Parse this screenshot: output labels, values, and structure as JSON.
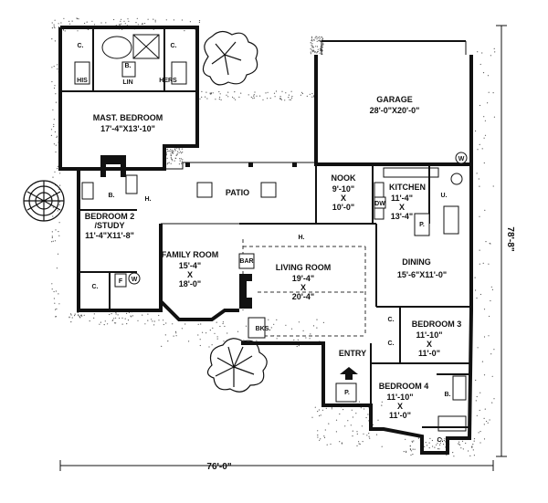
{
  "rooms": {
    "mast_bedroom": {
      "name": "MAST. BEDROOM",
      "size": "17'-4\"X13'-10\""
    },
    "bedroom2": {
      "name1": "BEDROOM 2",
      "name2": "/STUDY",
      "size": "11'-4\"X11'-8\""
    },
    "family_room": {
      "name": "FAMILY ROOM",
      "w": "15'-4\"",
      "x": "X",
      "h": "18'-0\""
    },
    "living_room": {
      "name": "LIVING ROOM",
      "w": "19'-4\"",
      "x": "X",
      "h": "20'-4\""
    },
    "garage": {
      "name": "GARAGE",
      "size": "28'-0\"X20'-0\""
    },
    "nook": {
      "name": "NOOK",
      "w": "9'-10\"",
      "x": "X",
      "h": "10'-0\""
    },
    "kitchen": {
      "name": "KITCHEN",
      "w": "11'-4\"",
      "x": "X",
      "h": "13'-4\""
    },
    "dining": {
      "name": "DINING",
      "size": "15'-6\"X11'-0\""
    },
    "bedroom3": {
      "name": "BEDROOM 3",
      "w": "11'-10\"",
      "x": "X",
      "h": "11'-0\""
    },
    "bedroom4": {
      "name": "BEDROOM 4",
      "w": "11'-10\"",
      "x": "X",
      "h": "11'-0\""
    },
    "patio": {
      "name": "PATIO"
    },
    "entry": {
      "name": "ENTRY"
    }
  },
  "small_labels": {
    "closet": "C.",
    "bath": "B.",
    "his": "HIS",
    "hers": "HERS",
    "lin": "LIN",
    "hall": "H.",
    "utility": "U.",
    "pantry": "P.",
    "porch": "P.",
    "bar": "BAR",
    "books": "BKS.",
    "dishwasher": "DW",
    "furnace": "F",
    "washer": "W"
  },
  "dimensions": {
    "width": "76'-0\"",
    "depth": "78'-8\""
  }
}
